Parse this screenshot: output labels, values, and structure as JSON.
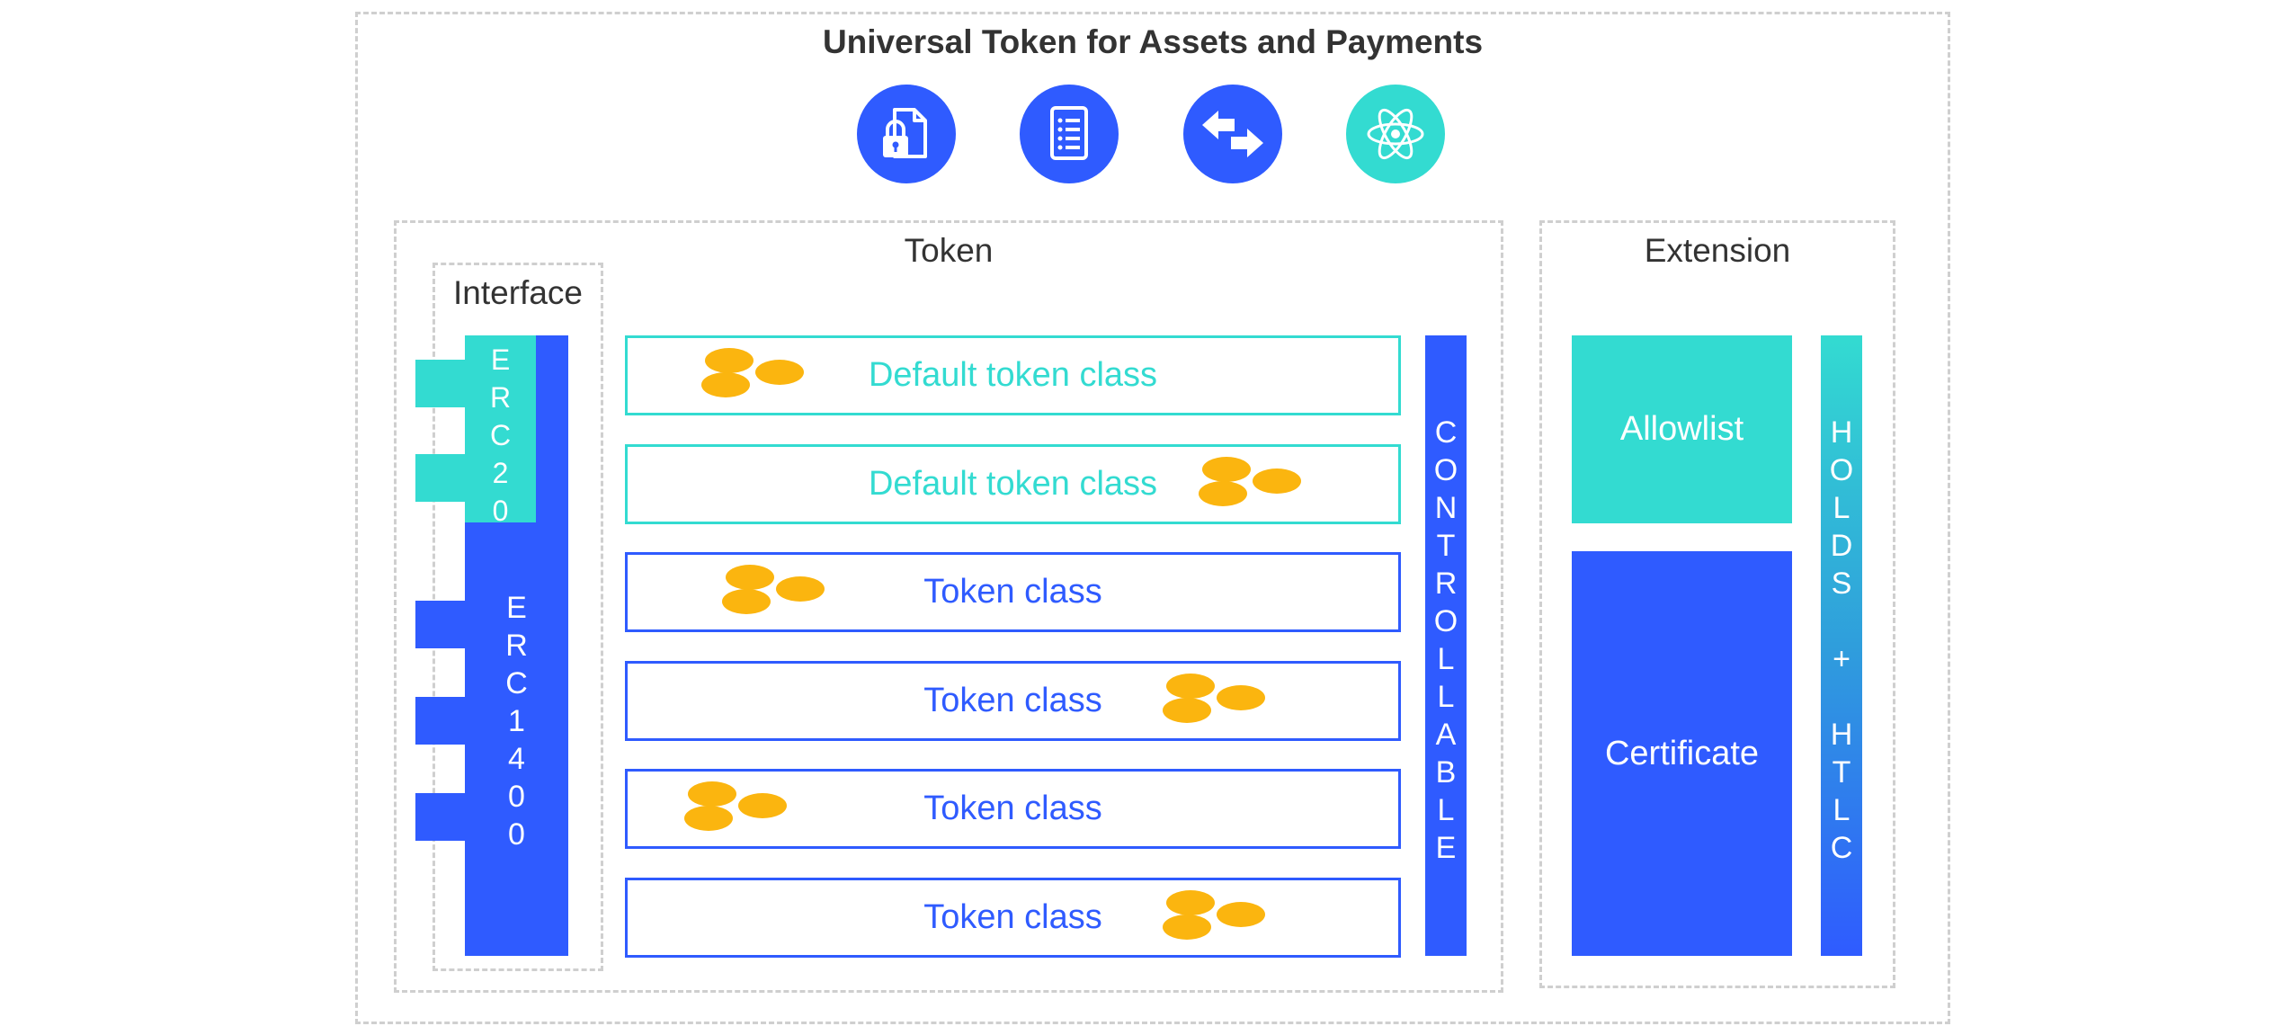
{
  "title": "Universal Token for Assets and Payments",
  "icons": [
    {
      "name": "lock-document-icon",
      "color": "#2f5bff"
    },
    {
      "name": "checklist-icon",
      "color": "#2f5bff"
    },
    {
      "name": "swap-arrows-icon",
      "color": "#2f5bff"
    },
    {
      "name": "atom-icon",
      "color": "#33dbd1"
    }
  ],
  "token_section": {
    "label": "Token"
  },
  "interface_section": {
    "label": "Interface"
  },
  "extension_section": {
    "label": "Extension"
  },
  "interfaces": {
    "erc20": [
      "E",
      "R",
      "C",
      "2",
      "0"
    ],
    "erc1400": [
      "E",
      "R",
      "C",
      "1",
      "4",
      "0",
      "0"
    ]
  },
  "token_classes": [
    {
      "label": "Default token class",
      "color": "#33dbd1",
      "coins": "left"
    },
    {
      "label": "Default token class",
      "color": "#33dbd1",
      "coins": "right"
    },
    {
      "label": "Token class",
      "color": "#2f5bff",
      "coins": "left"
    },
    {
      "label": "Token class",
      "color": "#2f5bff",
      "coins": "right"
    },
    {
      "label": "Token class",
      "color": "#2f5bff",
      "coins": "left"
    },
    {
      "label": "Token class",
      "color": "#2f5bff",
      "coins": "right"
    }
  ],
  "controllable": [
    "C",
    "O",
    "N",
    "T",
    "R",
    "O",
    "L",
    "L",
    "A",
    "B",
    "L",
    "E"
  ],
  "extensions": {
    "allowlist": "Allowlist",
    "certificate": "Certificate",
    "holds": [
      "H",
      "O",
      "L",
      "D",
      "S",
      "",
      "+",
      "",
      "H",
      "T",
      "L",
      "C"
    ]
  },
  "colors": {
    "blue": "#2f5bff",
    "teal": "#33dbd1",
    "coin": "#fbb50f",
    "text": "#333333"
  }
}
